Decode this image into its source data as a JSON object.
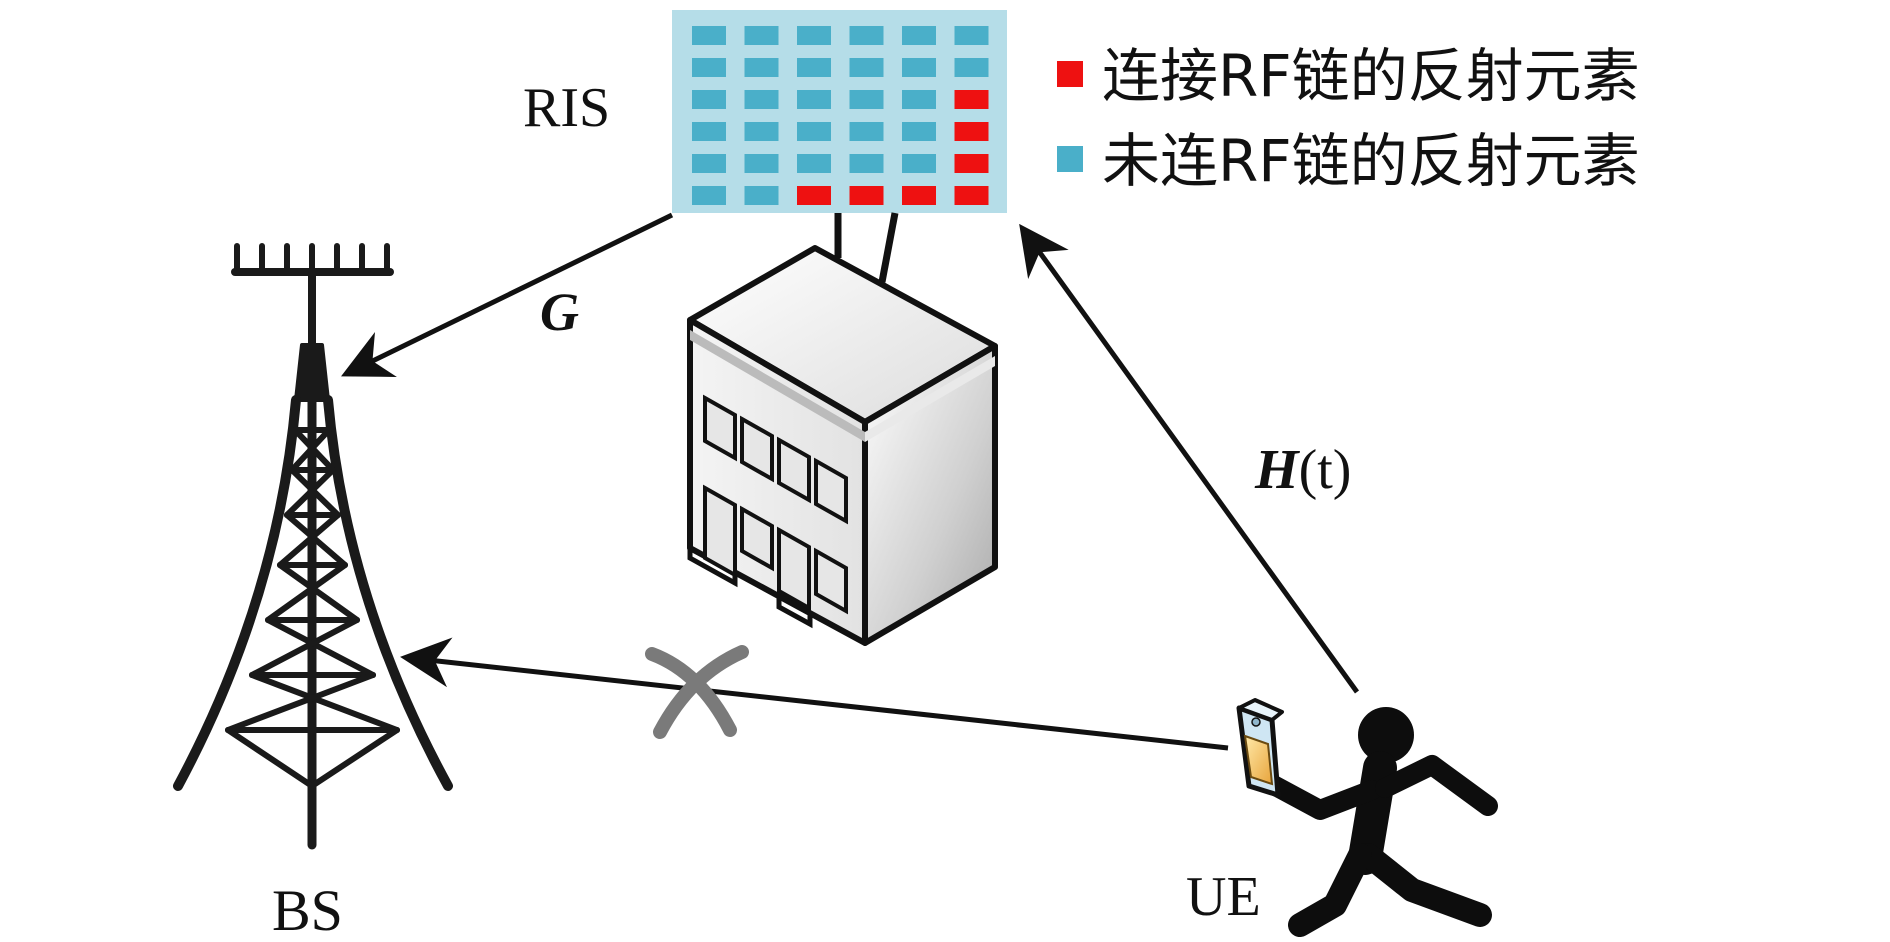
{
  "labels": {
    "ris": "RIS",
    "bs": "BS",
    "ue": "UE",
    "g": "G",
    "h_main": "H",
    "h_arg": "(t)"
  },
  "legend": [
    {
      "text": "连接RF链的反射元素",
      "color": "#ee1111"
    },
    {
      "text": "未连RF链的反射元素",
      "color": "#4aafc9"
    }
  ],
  "ris": {
    "panel_color": "#b5dde8",
    "grid_rows": 6,
    "grid_cols": 6,
    "connected_cells": [
      [
        2,
        5
      ],
      [
        3,
        5
      ],
      [
        4,
        5
      ],
      [
        5,
        2
      ],
      [
        5,
        3
      ],
      [
        5,
        4
      ],
      [
        5,
        5
      ]
    ]
  },
  "icons": {
    "tower": "bs-tower-icon",
    "building": "building-icon",
    "person": "walking-person-icon",
    "phone": "mobile-phone-icon",
    "blocked": "blocked-link-mark"
  }
}
